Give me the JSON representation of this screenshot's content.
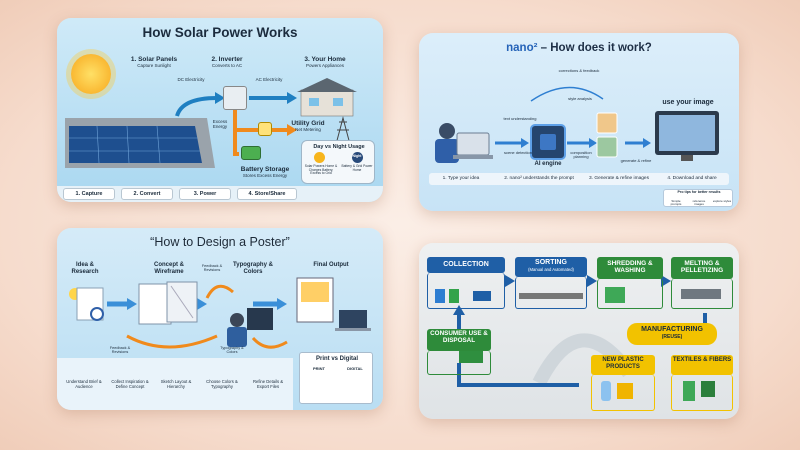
{
  "solar": {
    "title": "How Solar Power Works",
    "step1_title": "1. Solar Panels",
    "step1_sub": "Capture Sunlight",
    "step2_title": "2. Inverter",
    "step2_sub": "Converts to AC",
    "step3_title": "3. Your Home",
    "step3_sub": "Powers Appliances",
    "dc_label": "DC Electricity",
    "ac_label": "AC Electricity",
    "excess_label": "Excess Energy",
    "grid_title": "Utility Grid",
    "grid_sub": "Net Metering",
    "battery_title": "Battery Storage",
    "battery_sub": "Stores Excess Energy",
    "daynight_title": "Day vs Night Usage",
    "day_text": "Solar Powers Home & Charges Battery, Excess to Grid",
    "night_label": "Night",
    "night_text": "Battery & Grid Power Home",
    "footer": [
      "1. Capture",
      "2. Convert",
      "3. Power",
      "4. Store/Share"
    ]
  },
  "nano": {
    "title_brand": "nano²",
    "title_rest": " – How does it work?",
    "corrections": "corrections & feedback",
    "text_understanding": "text understanding",
    "style_analysis": "style analysis",
    "engine": "AI engine",
    "scene_detection": "scene detection",
    "composition": "composition planning",
    "generate_refine": "generate & refine",
    "use_image": "use your image",
    "steps": [
      "1. Type your idea",
      "2. nano² understands the prompt",
      "3. Generate & refine images",
      "4. Download and share"
    ],
    "tips_title": "Pro tips for better results",
    "tips": [
      "Simple prompts",
      "reference images",
      "explore styles"
    ]
  },
  "poster": {
    "title": "“How to Design a Poster”",
    "idea": "Idea & Research",
    "concept": "Concept & Wireframe",
    "typo": "Typography & Colors",
    "final": "Final Output",
    "feedback_top": "Feedback & Revisions",
    "feedback_bottom": "Feedback & Revisions",
    "typo_small": "Typography & Colors",
    "steps": [
      "Understand Brief & Audience",
      "Collect Inspiration & Define Concept",
      "Sketch Layout & Hierarchy",
      "Choose Colors & Typography",
      "Refine Details & Export Files"
    ],
    "print_digital": "Print vs Digital",
    "print_label": "PRINT",
    "digital_label": "DIGITAL"
  },
  "recycle": {
    "collection": "COLLECTION",
    "sorting": "SORTING",
    "sorting_sub": "(Manual and Automated)",
    "shredding": "SHREDDING & WASHING",
    "melting": "MELTING & PELLETIZING",
    "manufacturing": "MANUFACTURING",
    "manufacturing_sub": "(REUSE)",
    "consumer": "CONSUMER USE & DISPOSAL",
    "new_plastic": "NEW PLASTIC PRODUCTS",
    "textiles": "TEXTILES & FIBERS"
  },
  "colors": {
    "sky": "#bfe4f7",
    "blue_accent": "#1f6fb3",
    "green": "#2e8b3a",
    "yellow": "#f2c200",
    "orange": "#f08a1c"
  }
}
